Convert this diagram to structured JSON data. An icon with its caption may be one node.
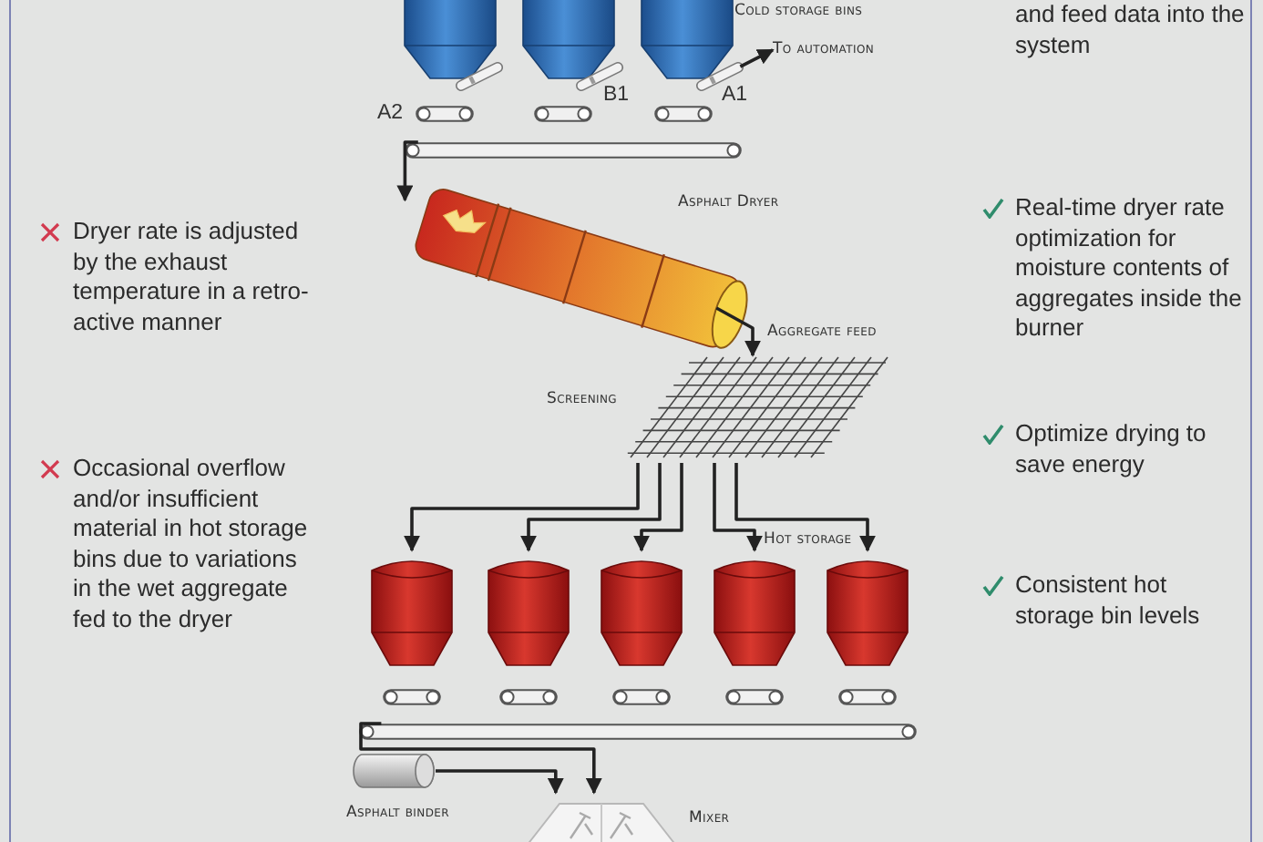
{
  "diagram": {
    "nodes": [
      {
        "text": [],
        "shape": "picture"
      },
      {
        "text": [],
        "shape": "picture"
      },
      {
        "text": [],
        "shape": "picture"
      },
      {
        "text": [],
        "shape": "picture"
      },
      {
        "text": [],
        "shape": "picture"
      },
      {
        "text": [],
        "shape": "picture"
      },
      {
        "text": [
          "To automation"
        ]
      },
      {
        "text": [],
        "shape": "picture"
      },
      {
        "text": [],
        "shape": "picture"
      },
      {
        "text": [],
        "shape": "picture"
      },
      {
        "text": [],
        "shape": "picture"
      },
      {
        "text": [
          "Asphalt Dryer"
        ]
      },
      {
        "text": [
          "Screening"
        ]
      },
      {
        "text": [],
        "shape": "picture"
      },
      {
        "text": [],
        "shape": "picture"
      },
      {
        "text": [],
        "shape": "picture"
      },
      {
        "text": [],
        "shape": "picture"
      },
      {
        "text": [],
        "shape": "picture"
      },
      {
        "text": [],
        "shape": "picture"
      },
      {
        "text": [],
        "shape": "picture"
      },
      {
        "text": [],
        "shape": "picture"
      },
      {
        "text": [],
        "shape": "picture"
      },
      {
        "text": [],
        "shape": "picture"
      },
      {
        "text": [],
        "shape": "picture"
      },
      {
        "text": [
          "Asphalt binder"
        ]
      },
      {
        "text": [
          "Mixer"
        ]
      }
    ],
    "edges": [
      {
        "from": 5,
        "to": 6,
        "arrow": "to"
      },
      {
        "from": 10,
        "to": 11,
        "arrow": "to"
      },
      {
        "from": 11,
        "to": 12,
        "arrow": "to",
        "label": "Aggregate feed"
      },
      {
        "from": 12,
        "to": 13,
        "arrow": "to"
      },
      {
        "from": 12,
        "to": 14,
        "arrow": "to"
      },
      {
        "from": 12,
        "to": 15,
        "arrow": "to"
      },
      {
        "from": 12,
        "to": 16,
        "arrow": "to"
      },
      {
        "from": 12,
        "to": 17,
        "arrow": "to"
      },
      {
        "from": 23,
        "to": 25,
        "arrow": "to"
      },
      {
        "from": 24,
        "to": 25,
        "arrow": "to"
      }
    ],
    "labels": [
      "and feed data into the system",
      "Cold storage bins",
      "A2",
      "B1",
      "A1",
      "Dryer rate is adjusted by the exhaust temperature in a retro-active manner",
      "Real-time dryer rate optimization for moisture contents of aggregates inside the burner",
      "Optimize drying to save energy",
      "Occasional overflow and/or insufficient material in hot storage bins due to variations in the wet aggregate fed to the dryer",
      "Hot storage",
      "Consistent hot storage bin levels"
    ]
  }
}
